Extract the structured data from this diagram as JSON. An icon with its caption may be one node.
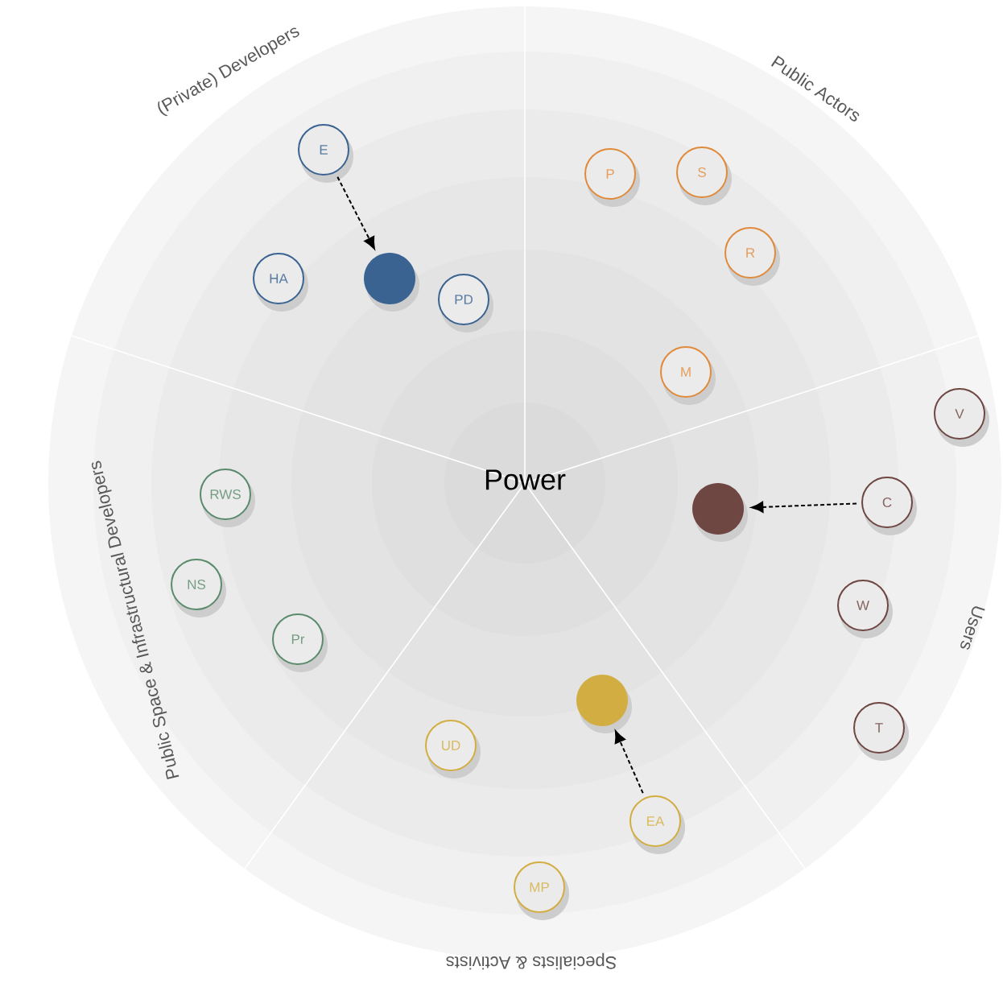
{
  "diagram": {
    "nodes": [
      {
        "text": [
          "E"
        ]
      },
      {
        "text": [
          "HA"
        ]
      },
      {
        "text": [],
        "shape": "circle"
      },
      {
        "text": [
          "PD"
        ]
      },
      {
        "text": [
          "P"
        ]
      },
      {
        "text": [
          "S"
        ]
      },
      {
        "text": [
          "R"
        ]
      },
      {
        "text": [
          "M"
        ]
      },
      {
        "text": [
          "V"
        ]
      },
      {
        "text": [
          "C"
        ]
      },
      {
        "text": [],
        "shape": "circle"
      },
      {
        "text": [
          "W"
        ]
      },
      {
        "text": [
          "T"
        ]
      },
      {
        "text": [
          "RWS"
        ]
      },
      {
        "text": [
          "NS"
        ]
      },
      {
        "text": [
          "Pr"
        ]
      },
      {
        "text": [
          "UD"
        ]
      },
      {
        "text": [],
        "shape": "circle"
      },
      {
        "text": [
          "EA"
        ]
      },
      {
        "text": [
          "MP"
        ]
      }
    ],
    "edges": [
      {
        "from": 0,
        "to": 2,
        "arrow": "to",
        "style": "dashed"
      },
      {
        "from": 9,
        "to": 10,
        "arrow": "to",
        "style": "dashed"
      },
      {
        "from": 18,
        "to": 17,
        "arrow": "to",
        "style": "dashed"
      }
    ],
    "labels": [
      "(Private) Developers",
      "Public Actors",
      "Power",
      "Users",
      "Public Space & Infrastructural Developers",
      "Specialists & Activists"
    ]
  }
}
